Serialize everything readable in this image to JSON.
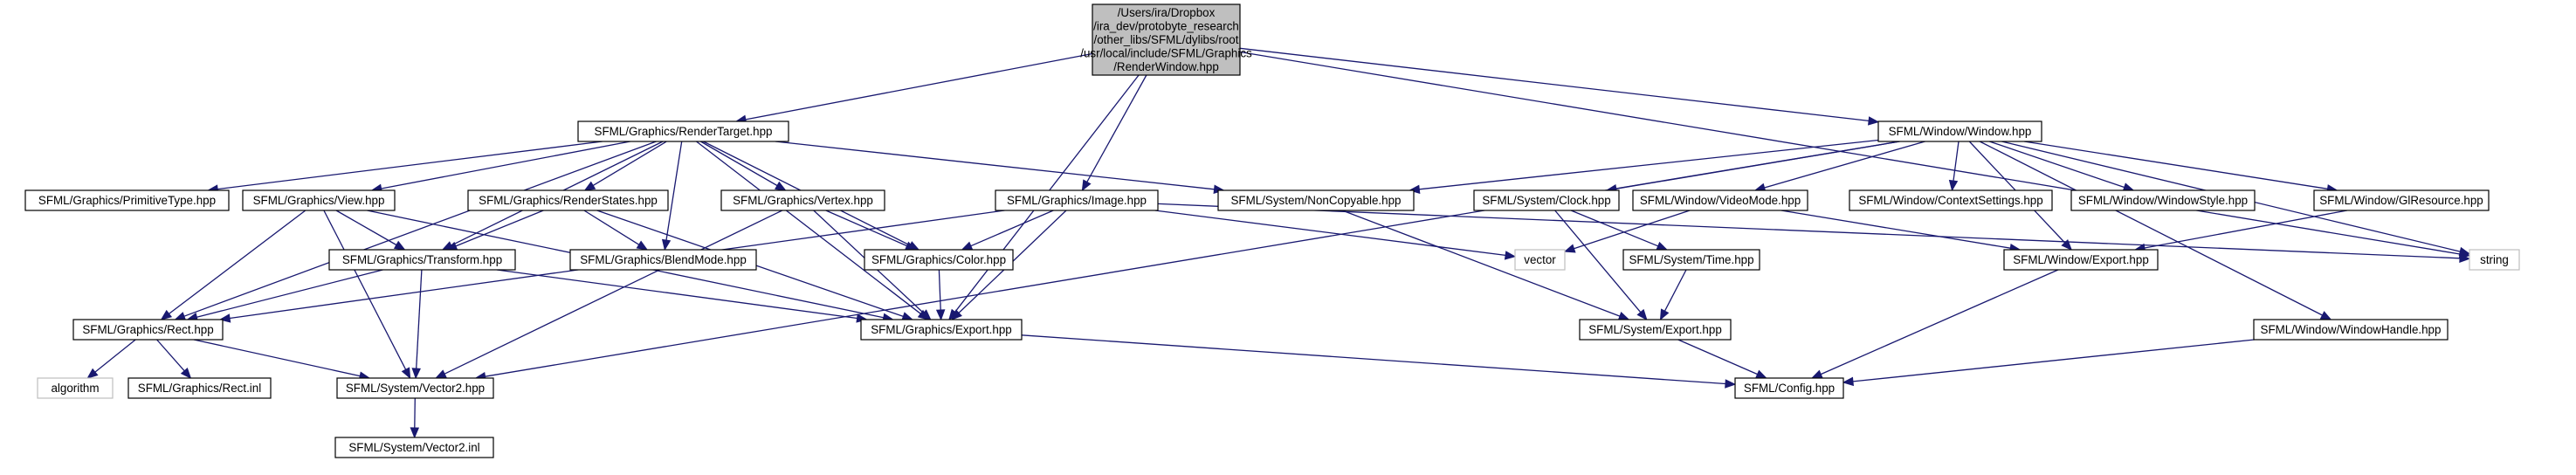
{
  "diagram": {
    "edge_color": "#191970",
    "root_fill": "#bfbfbf",
    "external_border": "#bfbfbf",
    "nodes": [
      {
        "id": "root",
        "lines": [
          "/Users/ira/Dropbox",
          "/ira_dev/protobyte_research",
          "/other_libs/SFML/dylibs/root",
          "/usr/local/include/SFML/Graphics",
          "/RenderWindow.hpp"
        ],
        "kind": "root"
      },
      {
        "id": "rendertarget",
        "lines": [
          "SFML/Graphics/RenderTarget.hpp"
        ],
        "kind": "normal"
      },
      {
        "id": "image",
        "lines": [
          "SFML/Graphics/Image.hpp"
        ],
        "kind": "normal"
      },
      {
        "id": "window",
        "lines": [
          "SFML/Window/Window.hpp"
        ],
        "kind": "normal"
      },
      {
        "id": "primitivetype",
        "lines": [
          "SFML/Graphics/PrimitiveType.hpp"
        ],
        "kind": "normal"
      },
      {
        "id": "view",
        "lines": [
          "SFML/Graphics/View.hpp"
        ],
        "kind": "normal"
      },
      {
        "id": "renderstates",
        "lines": [
          "SFML/Graphics/RenderStates.hpp"
        ],
        "kind": "normal"
      },
      {
        "id": "vertex",
        "lines": [
          "SFML/Graphics/Vertex.hpp"
        ],
        "kind": "normal"
      },
      {
        "id": "noncopyable",
        "lines": [
          "SFML/System/NonCopyable.hpp"
        ],
        "kind": "normal"
      },
      {
        "id": "clock",
        "lines": [
          "SFML/System/Clock.hpp"
        ],
        "kind": "normal"
      },
      {
        "id": "videomode",
        "lines": [
          "SFML/Window/VideoMode.hpp"
        ],
        "kind": "normal"
      },
      {
        "id": "contextsettings",
        "lines": [
          "SFML/Window/ContextSettings.hpp"
        ],
        "kind": "normal"
      },
      {
        "id": "windowstyle",
        "lines": [
          "SFML/Window/WindowStyle.hpp"
        ],
        "kind": "normal"
      },
      {
        "id": "glresource",
        "lines": [
          "SFML/Window/GlResource.hpp"
        ],
        "kind": "normal"
      },
      {
        "id": "transform",
        "lines": [
          "SFML/Graphics/Transform.hpp"
        ],
        "kind": "normal"
      },
      {
        "id": "blendmode",
        "lines": [
          "SFML/Graphics/BlendMode.hpp"
        ],
        "kind": "normal"
      },
      {
        "id": "color",
        "lines": [
          "SFML/Graphics/Color.hpp"
        ],
        "kind": "normal"
      },
      {
        "id": "vector",
        "lines": [
          "vector"
        ],
        "kind": "external"
      },
      {
        "id": "systime",
        "lines": [
          "SFML/System/Time.hpp"
        ],
        "kind": "normal"
      },
      {
        "id": "winexport",
        "lines": [
          "SFML/Window/Export.hpp"
        ],
        "kind": "normal"
      },
      {
        "id": "string",
        "lines": [
          "string"
        ],
        "kind": "external"
      },
      {
        "id": "rect",
        "lines": [
          "SFML/Graphics/Rect.hpp"
        ],
        "kind": "normal"
      },
      {
        "id": "gfxexport",
        "lines": [
          "SFML/Graphics/Export.hpp"
        ],
        "kind": "normal"
      },
      {
        "id": "sysexport",
        "lines": [
          "SFML/System/Export.hpp"
        ],
        "kind": "normal"
      },
      {
        "id": "windowhandle",
        "lines": [
          "SFML/Window/WindowHandle.hpp"
        ],
        "kind": "normal"
      },
      {
        "id": "algorithm",
        "lines": [
          "algorithm"
        ],
        "kind": "external"
      },
      {
        "id": "rectinl",
        "lines": [
          "SFML/Graphics/Rect.inl"
        ],
        "kind": "normal"
      },
      {
        "id": "vector2",
        "lines": [
          "SFML/System/Vector2.hpp"
        ],
        "kind": "normal"
      },
      {
        "id": "config",
        "lines": [
          "SFML/Config.hpp"
        ],
        "kind": "normal"
      },
      {
        "id": "vector2inl",
        "lines": [
          "SFML/System/Vector2.inl"
        ],
        "kind": "normal"
      }
    ],
    "edges": [
      [
        "root",
        "rendertarget"
      ],
      [
        "root",
        "image"
      ],
      [
        "root",
        "window"
      ],
      [
        "root",
        "gfxexport"
      ],
      [
        "root",
        "string"
      ],
      [
        "rendertarget",
        "primitivetype"
      ],
      [
        "rendertarget",
        "view"
      ],
      [
        "rendertarget",
        "renderstates"
      ],
      [
        "rendertarget",
        "vertex"
      ],
      [
        "rendertarget",
        "noncopyable"
      ],
      [
        "rendertarget",
        "transform"
      ],
      [
        "rendertarget",
        "blendmode"
      ],
      [
        "rendertarget",
        "color"
      ],
      [
        "rendertarget",
        "rect"
      ],
      [
        "rendertarget",
        "gfxexport"
      ],
      [
        "view",
        "transform"
      ],
      [
        "view",
        "rect"
      ],
      [
        "view",
        "vector2"
      ],
      [
        "view",
        "gfxexport"
      ],
      [
        "renderstates",
        "transform"
      ],
      [
        "renderstates",
        "blendmode"
      ],
      [
        "renderstates",
        "gfxexport"
      ],
      [
        "vertex",
        "color"
      ],
      [
        "vertex",
        "vector2"
      ],
      [
        "vertex",
        "gfxexport"
      ],
      [
        "image",
        "color"
      ],
      [
        "image",
        "rect"
      ],
      [
        "image",
        "gfxexport"
      ],
      [
        "image",
        "vector"
      ],
      [
        "image",
        "string"
      ],
      [
        "transform",
        "rect"
      ],
      [
        "transform",
        "vector2"
      ],
      [
        "transform",
        "gfxexport"
      ],
      [
        "color",
        "gfxexport"
      ],
      [
        "rect",
        "algorithm"
      ],
      [
        "rect",
        "rectinl"
      ],
      [
        "rect",
        "vector2"
      ],
      [
        "gfxexport",
        "config"
      ],
      [
        "vector2",
        "vector2inl"
      ],
      [
        "window",
        "noncopyable"
      ],
      [
        "window",
        "clock"
      ],
      [
        "window",
        "videomode"
      ],
      [
        "window",
        "contextsettings"
      ],
      [
        "window",
        "windowstyle"
      ],
      [
        "window",
        "glresource"
      ],
      [
        "window",
        "winexport"
      ],
      [
        "window",
        "string"
      ],
      [
        "window",
        "windowhandle"
      ],
      [
        "window",
        "vector2"
      ],
      [
        "noncopyable",
        "sysexport"
      ],
      [
        "clock",
        "systime"
      ],
      [
        "clock",
        "sysexport"
      ],
      [
        "videomode",
        "vector"
      ],
      [
        "videomode",
        "winexport"
      ],
      [
        "glresource",
        "winexport"
      ],
      [
        "systime",
        "sysexport"
      ],
      [
        "sysexport",
        "config"
      ],
      [
        "winexport",
        "config"
      ],
      [
        "windowhandle",
        "config"
      ]
    ]
  }
}
